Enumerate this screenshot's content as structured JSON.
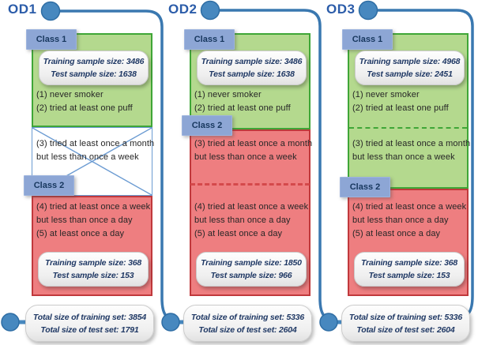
{
  "colors": {
    "accent_blue": "#2e6da4",
    "node_blue": "#4788bf",
    "title_blue": "#2b5ca9",
    "class1_fill": "#b4d98e",
    "class1_border": "#3fa637",
    "class2_fill": "#ee7e80",
    "class2_border": "#c0393c",
    "label_fill": "#8da6d5",
    "excluded_border": "#6b9bd2",
    "pill_text": "#1f3864"
  },
  "columns": [
    {
      "title": "OD1",
      "class1_label": "Class 1",
      "class2_label": "Class 2",
      "class1_training": "Training sample size: 3486",
      "class1_test": "Test sample size: 1638",
      "item1": "(1) never smoker",
      "item2": "(2) tried at least one puff",
      "item3": "(3) tried at least once a month but less than once a week",
      "item4": "(4) tried at least once a week but less than once a day",
      "item5": "(5) at least once a day",
      "class2_training": "Training sample size: 368",
      "class2_test": "Test sample size: 153",
      "total_training": "Total size of training set: 3854",
      "total_test": "Total size of test set: 1791"
    },
    {
      "title": "OD2",
      "class1_label": "Class 1",
      "class2_label": "Class 2",
      "class1_training": "Training sample size: 3486",
      "class1_test": "Test sample size: 1638",
      "item1": "(1) never smoker",
      "item2": "(2) tried at least one puff",
      "item3": "(3) tried at least once a month but less than once a week",
      "item4": "(4) tried at least once a week but less than once a day",
      "item5": "(5) at least once a day",
      "class2_training": "Training sample size: 1850",
      "class2_test": "Test sample size: 966",
      "total_training": "Total size of training set: 5336",
      "total_test": "Total size of test set: 2604"
    },
    {
      "title": "OD3",
      "class1_label": "Class 1",
      "class2_label": "Class 2",
      "class1_training": "Training sample size: 4968",
      "class1_test": "Test sample size: 2451",
      "item1": "(1) never smoker",
      "item2": "(2) tried at least one puff",
      "item3": "(3) tried at least once a month but less than once a week",
      "item4": "(4) tried at least once a week but less than once a day",
      "item5": "(5) at least once a day",
      "class2_training": "Training sample size: 368",
      "class2_test": "Test sample size: 153",
      "total_training": "Total size of training set: 5336",
      "total_test": "Total size of test set: 2604"
    }
  ]
}
